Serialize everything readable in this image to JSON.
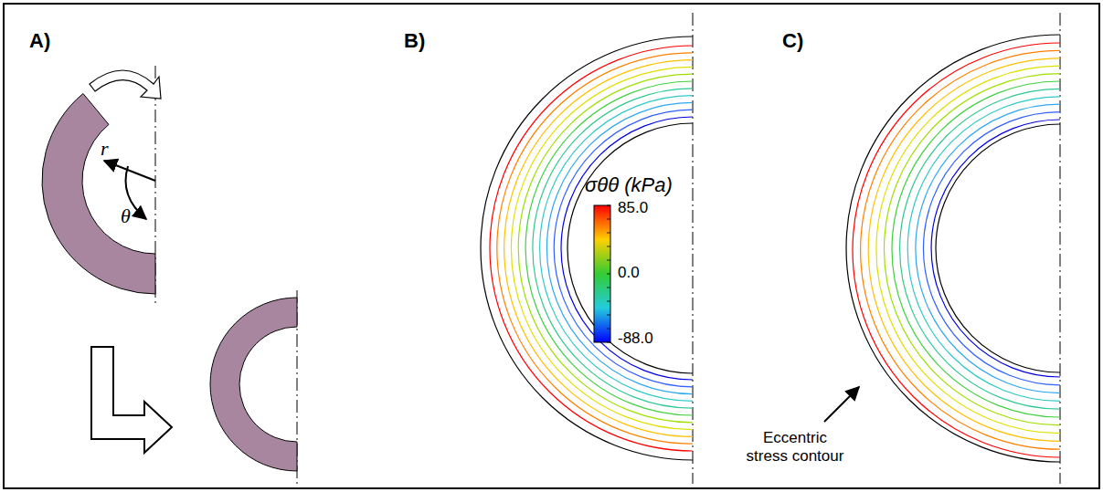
{
  "diagram": {
    "labels": [
      "A)",
      "r",
      "θ",
      "B)",
      "σθθ (kPa)",
      "85.0",
      "0.0",
      "-88.0",
      "C)",
      "Eccentric stress contour"
    ]
  }
}
